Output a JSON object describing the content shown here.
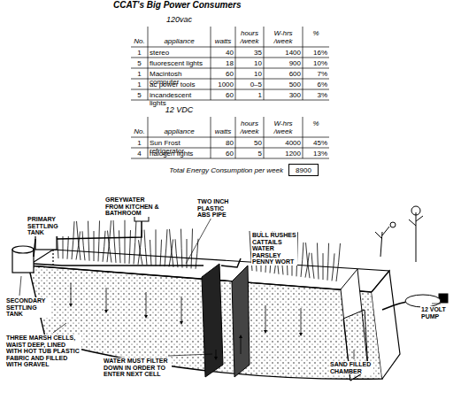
{
  "diagram": {
    "title": "CCAT's Big Power Consumers",
    "nodes": [
      {
        "text": [
          "8900"
        ]
      }
    ],
    "edges": [],
    "labels": [
      "120vac",
      "No.",
      "appliance",
      "watts",
      "hours /week",
      "W-hrs /week",
      "%",
      "1",
      "stereo",
      "40",
      "35",
      "1400",
      "16%",
      "5",
      "fluorescent lights",
      "18",
      "10",
      "900",
      "10%",
      "1",
      "Macintosh computer",
      "60",
      "10",
      "600",
      "7%",
      "1",
      "ac power tools",
      "1000",
      "0–5",
      "500",
      "6%",
      "5",
      "incandescent lights",
      "60",
      "1",
      "300",
      "3%",
      "12 VDC",
      "No.",
      "appliance",
      "watts",
      "hours /week",
      "W-hrs /week",
      "%",
      "1",
      "Sun Frost refrigerator",
      "80",
      "50",
      "4000",
      "45%",
      "4",
      "halogen lights",
      "60",
      "5",
      "1200",
      "13%",
      "Total Energy Consumption per week",
      "GREYWATER FROM KITCHEN & BATHROOM",
      "PRIMARY SETTLING TANK",
      "TWO INCH PLASTIC ABS PIPE",
      "BULL RUSHES CATTAILS WATER PARSLEY PENNY WORT",
      "SECONDARY SETTLING TANK",
      "THREE MARSH CELLS, WAIST DEEP, LINED WITH HOT TUB PLASTIC FABRIC AND FILLED WITH GRAVEL",
      "WATER MUST FILTER DOWN IN ORDER TO ENTER NEXT CELL",
      "SAND FILLED CHAMBER",
      "12 VOLT PUMP"
    ]
  }
}
